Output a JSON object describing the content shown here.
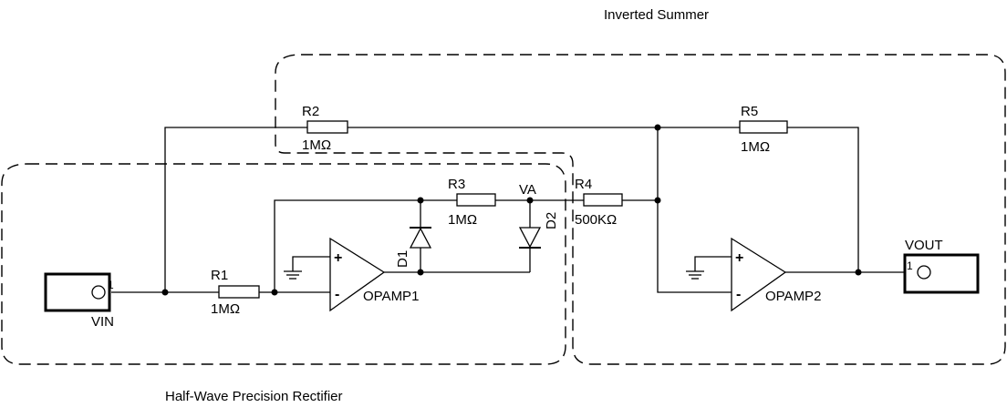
{
  "diagram": {
    "title_top": "Inverted Summer",
    "title_bottom": "Half-Wave Precision Rectifier"
  },
  "components": {
    "vin": {
      "label": "VIN",
      "pin": "1"
    },
    "vout": {
      "label": "VOUT",
      "pin": "1"
    },
    "r1": {
      "name": "R1",
      "value": "1MΩ"
    },
    "r2": {
      "name": "R2",
      "value": "1MΩ"
    },
    "r3": {
      "name": "R3",
      "value": "1MΩ"
    },
    "r4": {
      "name": "R4",
      "value": "500KΩ"
    },
    "r5": {
      "name": "R5",
      "value": "1MΩ"
    },
    "d1": {
      "name": "D1"
    },
    "d2": {
      "name": "D2"
    },
    "opamp1": {
      "name": "OPAMP1",
      "plus": "+",
      "minus": "-"
    },
    "opamp2": {
      "name": "OPAMP2",
      "plus": "+",
      "minus": "-"
    },
    "node_va": {
      "label": "VA"
    }
  }
}
